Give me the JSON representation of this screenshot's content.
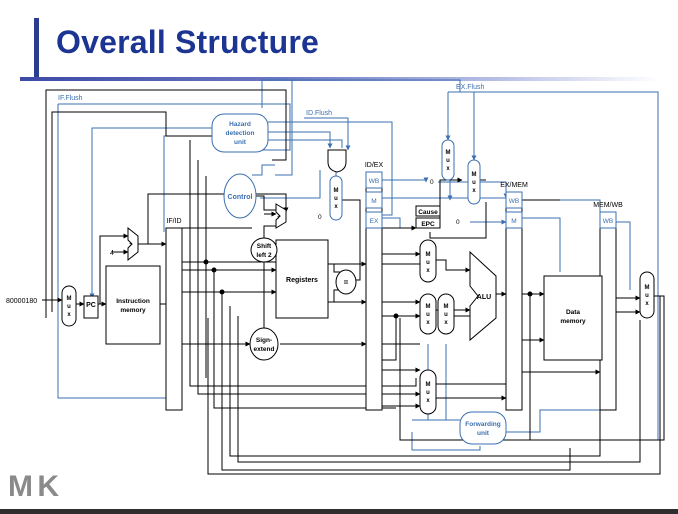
{
  "slide": {
    "title": "Overall Structure",
    "logo_text": "M K"
  },
  "colors": {
    "accent": "#1c3592",
    "wire": "#000000",
    "control_wire": "#3a6fb0",
    "block_fill": "#ffffff"
  },
  "labels": {
    "if_flush": "IF.Flush",
    "id_flush": "ID.Flush",
    "ex_flush": "EX.Flush",
    "hazard_unit": [
      "Hazard",
      "detection",
      "unit"
    ],
    "control": "Control",
    "pc": "PC",
    "instr_mem": [
      "Instruction",
      "memory"
    ],
    "registers": "Registers",
    "shift_left": [
      "Shift",
      "left 2"
    ],
    "sign_extend": [
      "Sign-",
      "extend"
    ],
    "alu": "ALU",
    "data_mem": [
      "Data",
      "memory"
    ],
    "forwarding": [
      "Forwarding",
      "unit"
    ],
    "cause": "Cause",
    "epc": "EPC",
    "equals": "=",
    "const_four": "4",
    "exc_address": "80000180",
    "zero": "0",
    "mux": [
      "M",
      "u",
      "x"
    ],
    "ifid": "IF/ID",
    "idex": "ID/EX",
    "exmem": "EX/MEM",
    "memwb": "MEM/WB",
    "wb": "WB",
    "m": "M",
    "ex": "EX",
    "plus": "+"
  }
}
